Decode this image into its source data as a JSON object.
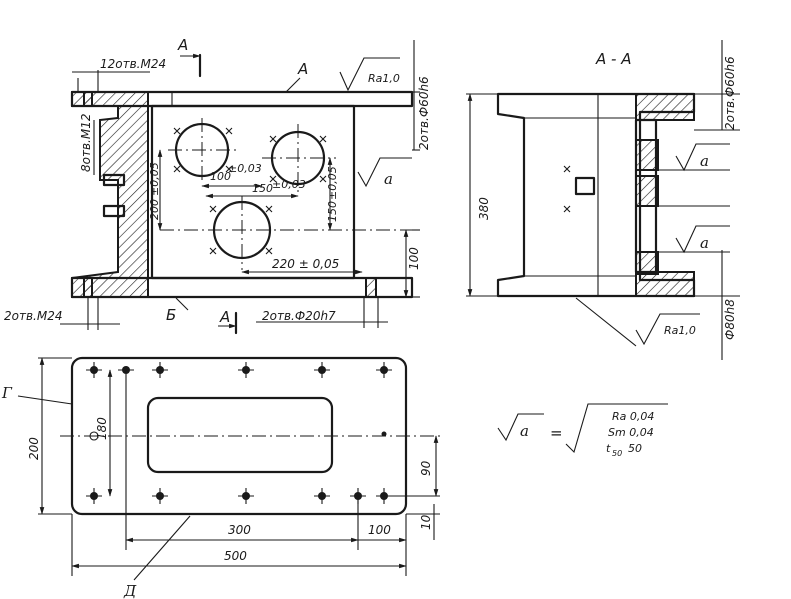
{
  "section_labels": {
    "cut_mark_top": "A",
    "cut_mark_bottom": "A",
    "surface_A": "A",
    "surface_B": "Б",
    "section_title": "A - A",
    "plate_G": "Г",
    "plate_D": "Д"
  },
  "front_view": {
    "holes_m24_top": "12отв.M24",
    "holes_m12": "8отв.M12",
    "holes_m24_bottom": "2отв.M24",
    "holes_pins": "2отв.Ф20h7",
    "holes_dia60": "2отв.Ф60h6",
    "roughness_top": "Ra1,0",
    "dim_100_x": "100",
    "tol_100_x": "±0,03",
    "dim_150_x": "150",
    "tol_150_x": "±0,03",
    "dim_200": "200",
    "tol_200": "±0,05",
    "dim_150_y": "150",
    "tol_150_y": "±0,05",
    "dim_220": "220 ± 0,05",
    "dim_100_side": "100",
    "rough_symbol": "a"
  },
  "section_view": {
    "height": "380",
    "dia60": "2отв.Ф60h6",
    "dia80": "Ф80h8",
    "roughness": "Ra1,0",
    "rough_symbol_1": "a",
    "rough_symbol_2": "a"
  },
  "plate_view": {
    "width_total": "500",
    "dim_300": "300",
    "dim_100": "100",
    "dim_10": "10",
    "height_total": "200",
    "height_inner": "180",
    "dim_90": "90"
  },
  "legend": {
    "symbol": "a",
    "equals": "=",
    "ra": "Ra 0,04",
    "sm": "Sm 0,04",
    "t": "t",
    "t_sub": "50",
    "t_val": "50"
  }
}
